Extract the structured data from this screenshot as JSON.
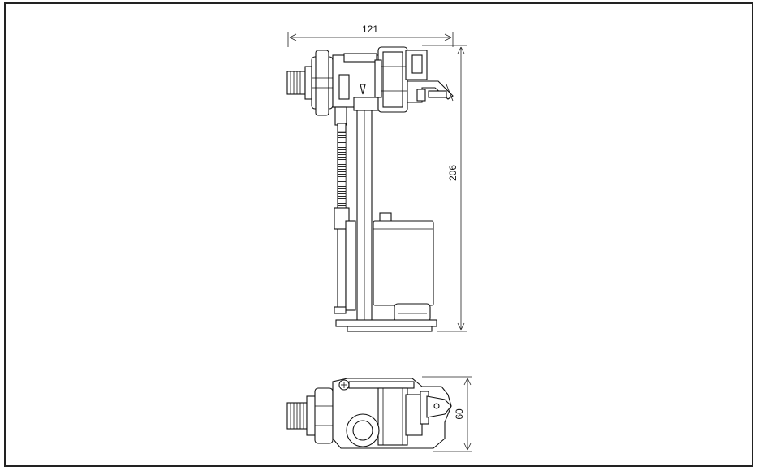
{
  "drawing": {
    "dimensions": {
      "width_label": "121",
      "height_label": "206",
      "depth_label": "60"
    },
    "colors": {
      "line": "#111111",
      "background": "#ffffff",
      "frame": "#222222"
    }
  }
}
